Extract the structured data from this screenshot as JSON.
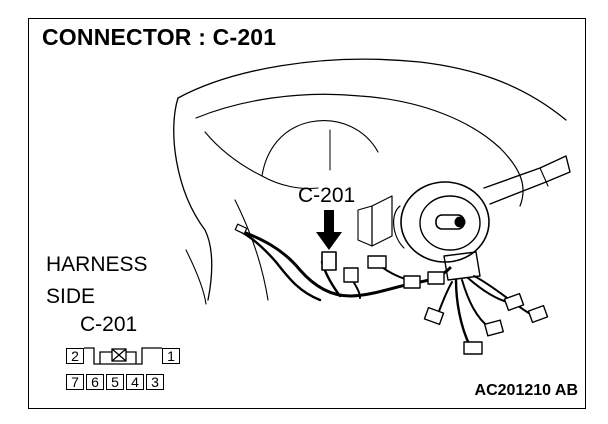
{
  "title": "CONNECTOR : C-201",
  "callout_label": "C-201",
  "harness": {
    "line1": "HARNESS",
    "line2": "SIDE",
    "line3": "C-201"
  },
  "connector_pins": {
    "top_left": "2",
    "top_right": "1",
    "bottom": [
      "7",
      "6",
      "5",
      "4",
      "3"
    ]
  },
  "figure_code": "AC201210 AB"
}
